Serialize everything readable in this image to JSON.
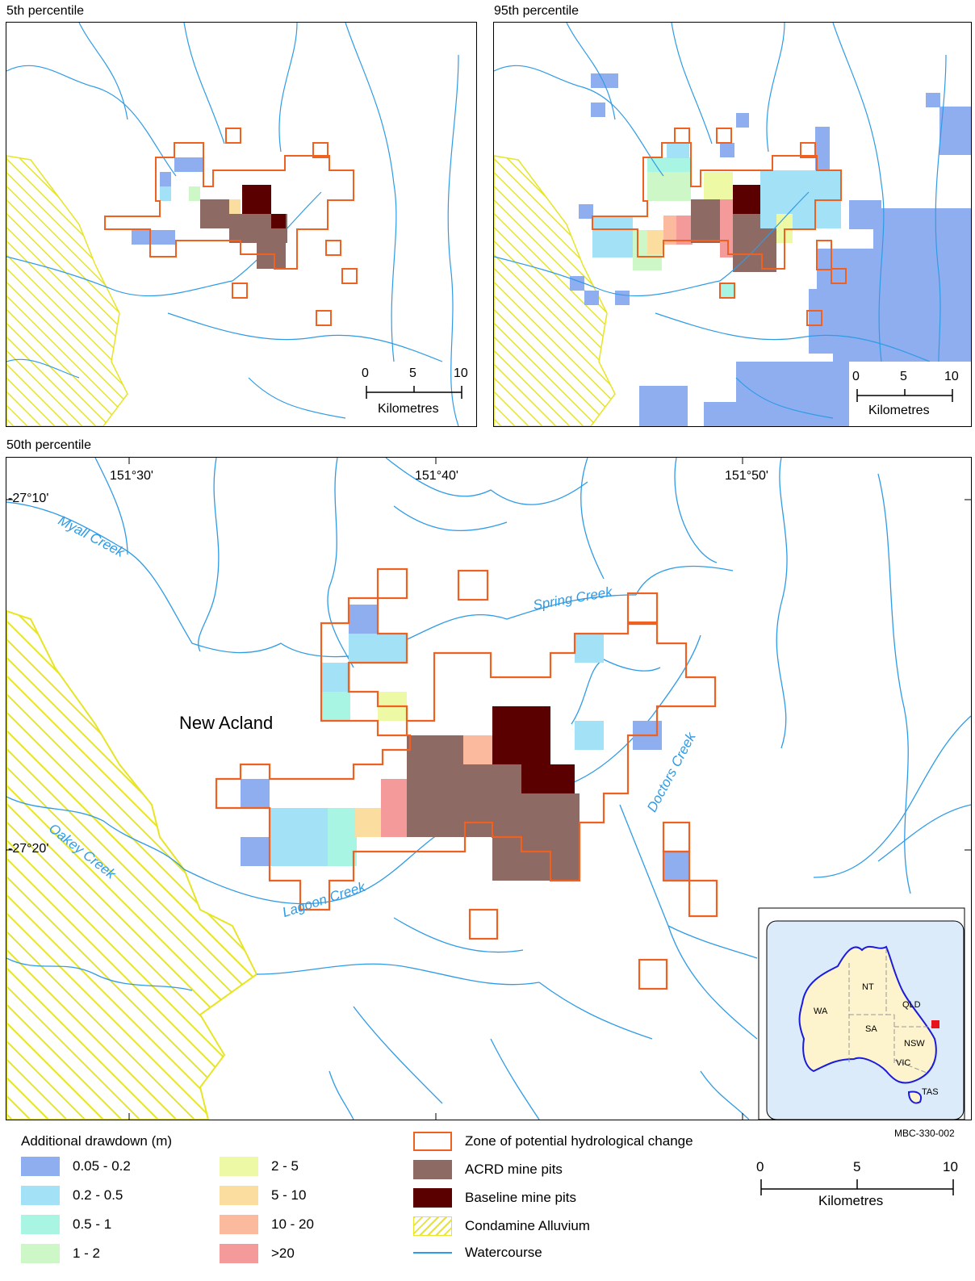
{
  "panels": {
    "p5": {
      "title": "5th percentile"
    },
    "p95": {
      "title": "95th percentile"
    },
    "p50": {
      "title": "50th percentile"
    }
  },
  "graticule": {
    "lon": [
      "151°30'",
      "151°40'",
      "151°50'"
    ],
    "lat": [
      "-27°10'",
      "-27°20'"
    ]
  },
  "labels": {
    "town": "New Acland",
    "myall": "Myall Creek",
    "spring": "Spring Creek",
    "oakey": "Oakey Creek",
    "lagoon": "Lagoon Creek",
    "doctors": "Doctors Creek"
  },
  "inset": {
    "states": [
      "WA",
      "NT",
      "SA",
      "QLD",
      "NSW",
      "VIC",
      "TAS"
    ],
    "ocean_color": "#dcebf9",
    "land_color": "#fdf3cc",
    "coast_color": "#1a1adc",
    "site_color": "#e8141c"
  },
  "scale": {
    "ticks": [
      "0",
      "5",
      "10"
    ],
    "unit": "Kilometres"
  },
  "legend": {
    "title": "Additional drawdown (m)",
    "classes": [
      {
        "label": "0.05 - 0.2",
        "color": "#8faef0"
      },
      {
        "label": "0.2 - 0.5",
        "color": "#a3e1f7"
      },
      {
        "label": "0.5 - 1",
        "color": "#a8f5e3"
      },
      {
        "label": "1 - 2",
        "color": "#cdf7c6"
      },
      {
        "label": "2 - 5",
        "color": "#eef9a6"
      },
      {
        "label": "5 - 10",
        "color": "#fbdd9f"
      },
      {
        "label": "10 - 20",
        "color": "#fbb99d"
      },
      {
        "label": ">20",
        "color": "#f59a9a"
      }
    ],
    "zone": {
      "label": "Zone of potential hydrological change",
      "color": "#ef6121"
    },
    "acrd": {
      "label": "ACRD mine pits",
      "color": "#8d6a64"
    },
    "baseline": {
      "label": "Baseline mine pits",
      "color": "#5a0000"
    },
    "alluvium": {
      "label": "Condamine Alluvium",
      "color": "#e7e526"
    },
    "watercourse": {
      "label": "Watercourse",
      "color": "#2f9be6"
    }
  },
  "reference": "MBC-330-002"
}
